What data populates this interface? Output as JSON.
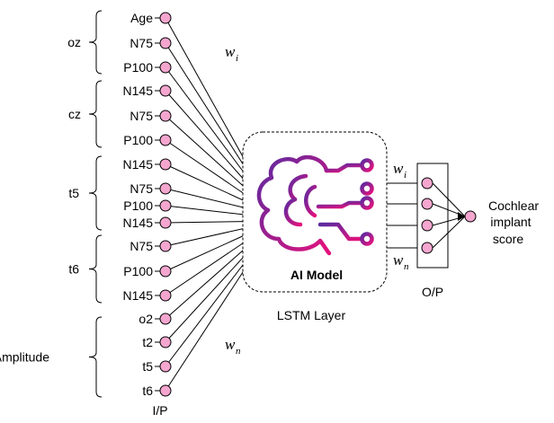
{
  "colors": {
    "node_fill": "#f4a6cf",
    "node_stroke": "#000000",
    "brain_start": "#5b2aa0",
    "brain_end": "#e5127d",
    "line": "#000000"
  },
  "input_groups": [
    {
      "label": "oz",
      "items": [
        "Age",
        "N75",
        "P100"
      ]
    },
    {
      "label": "cz",
      "items": [
        "N145",
        "N75",
        "P100"
      ]
    },
    {
      "label": "t5",
      "items": [
        "N145",
        "N75",
        "P100",
        "N145"
      ]
    },
    {
      "label": "t6",
      "items": [
        "N75",
        "P100",
        "N145"
      ]
    },
    {
      "label": "Amplitude",
      "items": [
        "o2",
        "t2",
        "t5",
        "t6"
      ]
    }
  ],
  "weights": {
    "top": {
      "letter": "w",
      "sub": "i"
    },
    "bottom": {
      "letter": "w",
      "sub": "n"
    },
    "out_top": {
      "letter": "w",
      "sub": "i"
    },
    "out_bottom": {
      "letter": "w",
      "sub": "n"
    }
  },
  "model": {
    "title": "AI Model",
    "layer_label": "LSTM Layer",
    "brain_icon": "brain-circuit-icon"
  },
  "output": {
    "label": "O/P",
    "node_count": 4
  },
  "result": {
    "line1": "Cochlear",
    "line2": "implant",
    "line3": "score"
  },
  "input_label": "I/P"
}
